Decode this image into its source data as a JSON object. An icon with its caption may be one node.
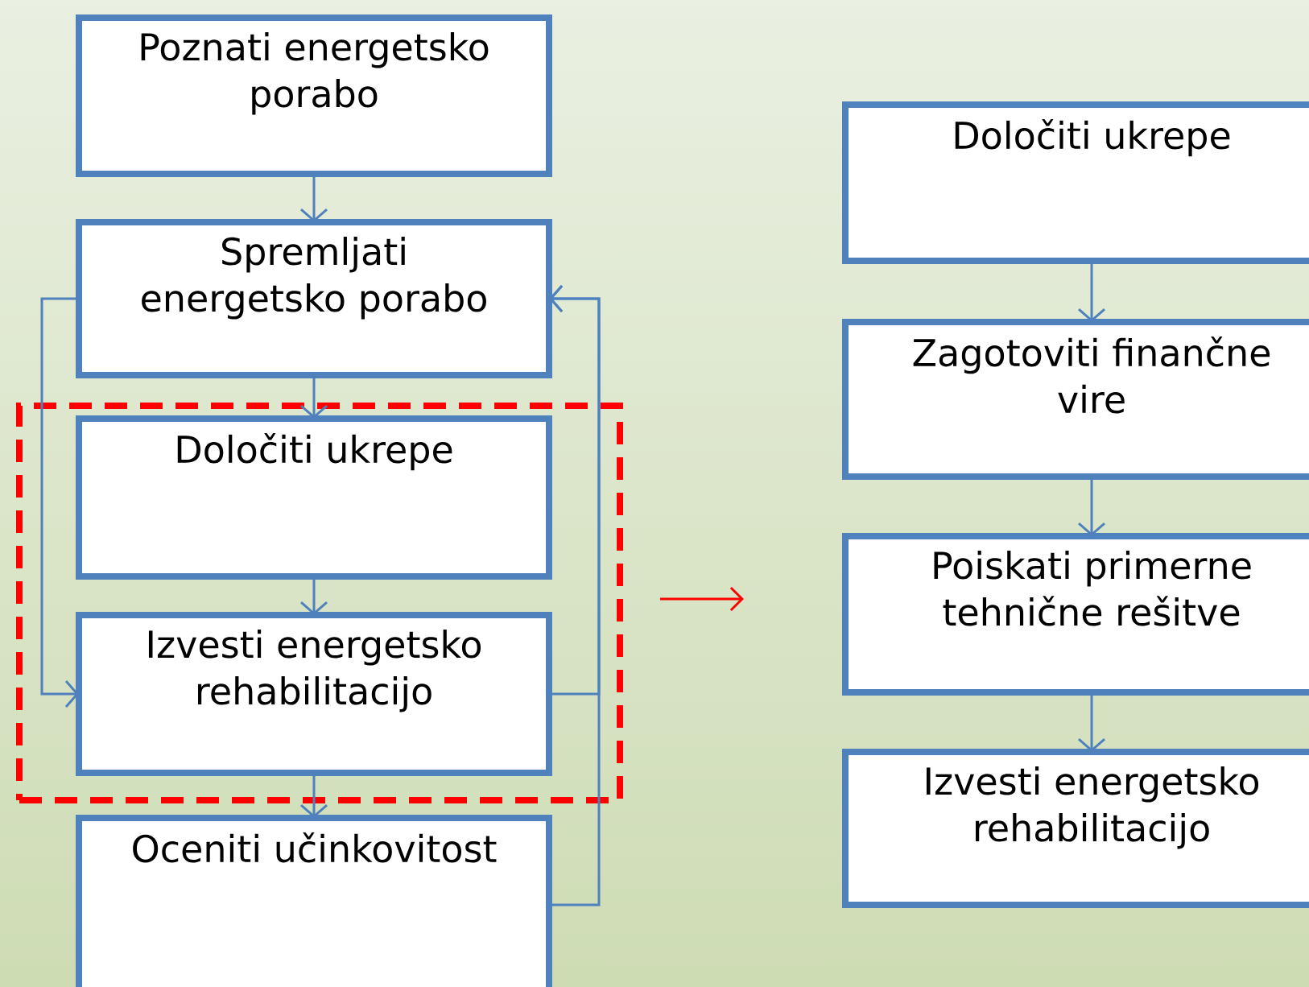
{
  "diagram": {
    "nodes": [
      {
        "text": [
          "Poznati energetsko porabo"
        ]
      },
      {
        "text": [
          "Spremljati energetsko porabo"
        ]
      },
      {
        "text": [],
        "shape": "box"
      },
      {
        "text": [
          "Določiti ukrepe"
        ],
        "in": 2
      },
      {
        "text": [
          "Izvesti energetsko rehabilitacijo"
        ],
        "in": 2
      },
      {
        "text": [
          "Oceniti učinkovitost"
        ]
      },
      {
        "text": [
          "Določiti ukrepe"
        ]
      },
      {
        "text": [
          "Zagotoviti finančne vire"
        ]
      },
      {
        "text": [
          "Poiskati primerne tehnične rešitve"
        ]
      },
      {
        "text": [
          "Izvesti energetsko rehabilitacijo"
        ]
      }
    ],
    "edges": [
      {
        "from": 0,
        "to": 1,
        "arrow": "to"
      },
      {
        "from": 1,
        "to": 3,
        "arrow": "to"
      },
      {
        "from": 3,
        "to": 4,
        "arrow": "to"
      },
      {
        "from": 4,
        "to": 5,
        "arrow": "to"
      },
      {
        "from": 1,
        "to": 4,
        "arrow": "to"
      },
      {
        "from": 4,
        "to": 1,
        "arrow": "to"
      },
      {
        "from": 5,
        "to": 1,
        "arrow": "to"
      },
      {
        "from": 6,
        "to": 7,
        "arrow": "to"
      },
      {
        "from": 7,
        "to": 8,
        "arrow": "to"
      },
      {
        "from": 8,
        "to": 9,
        "arrow": "to"
      }
    ]
  }
}
